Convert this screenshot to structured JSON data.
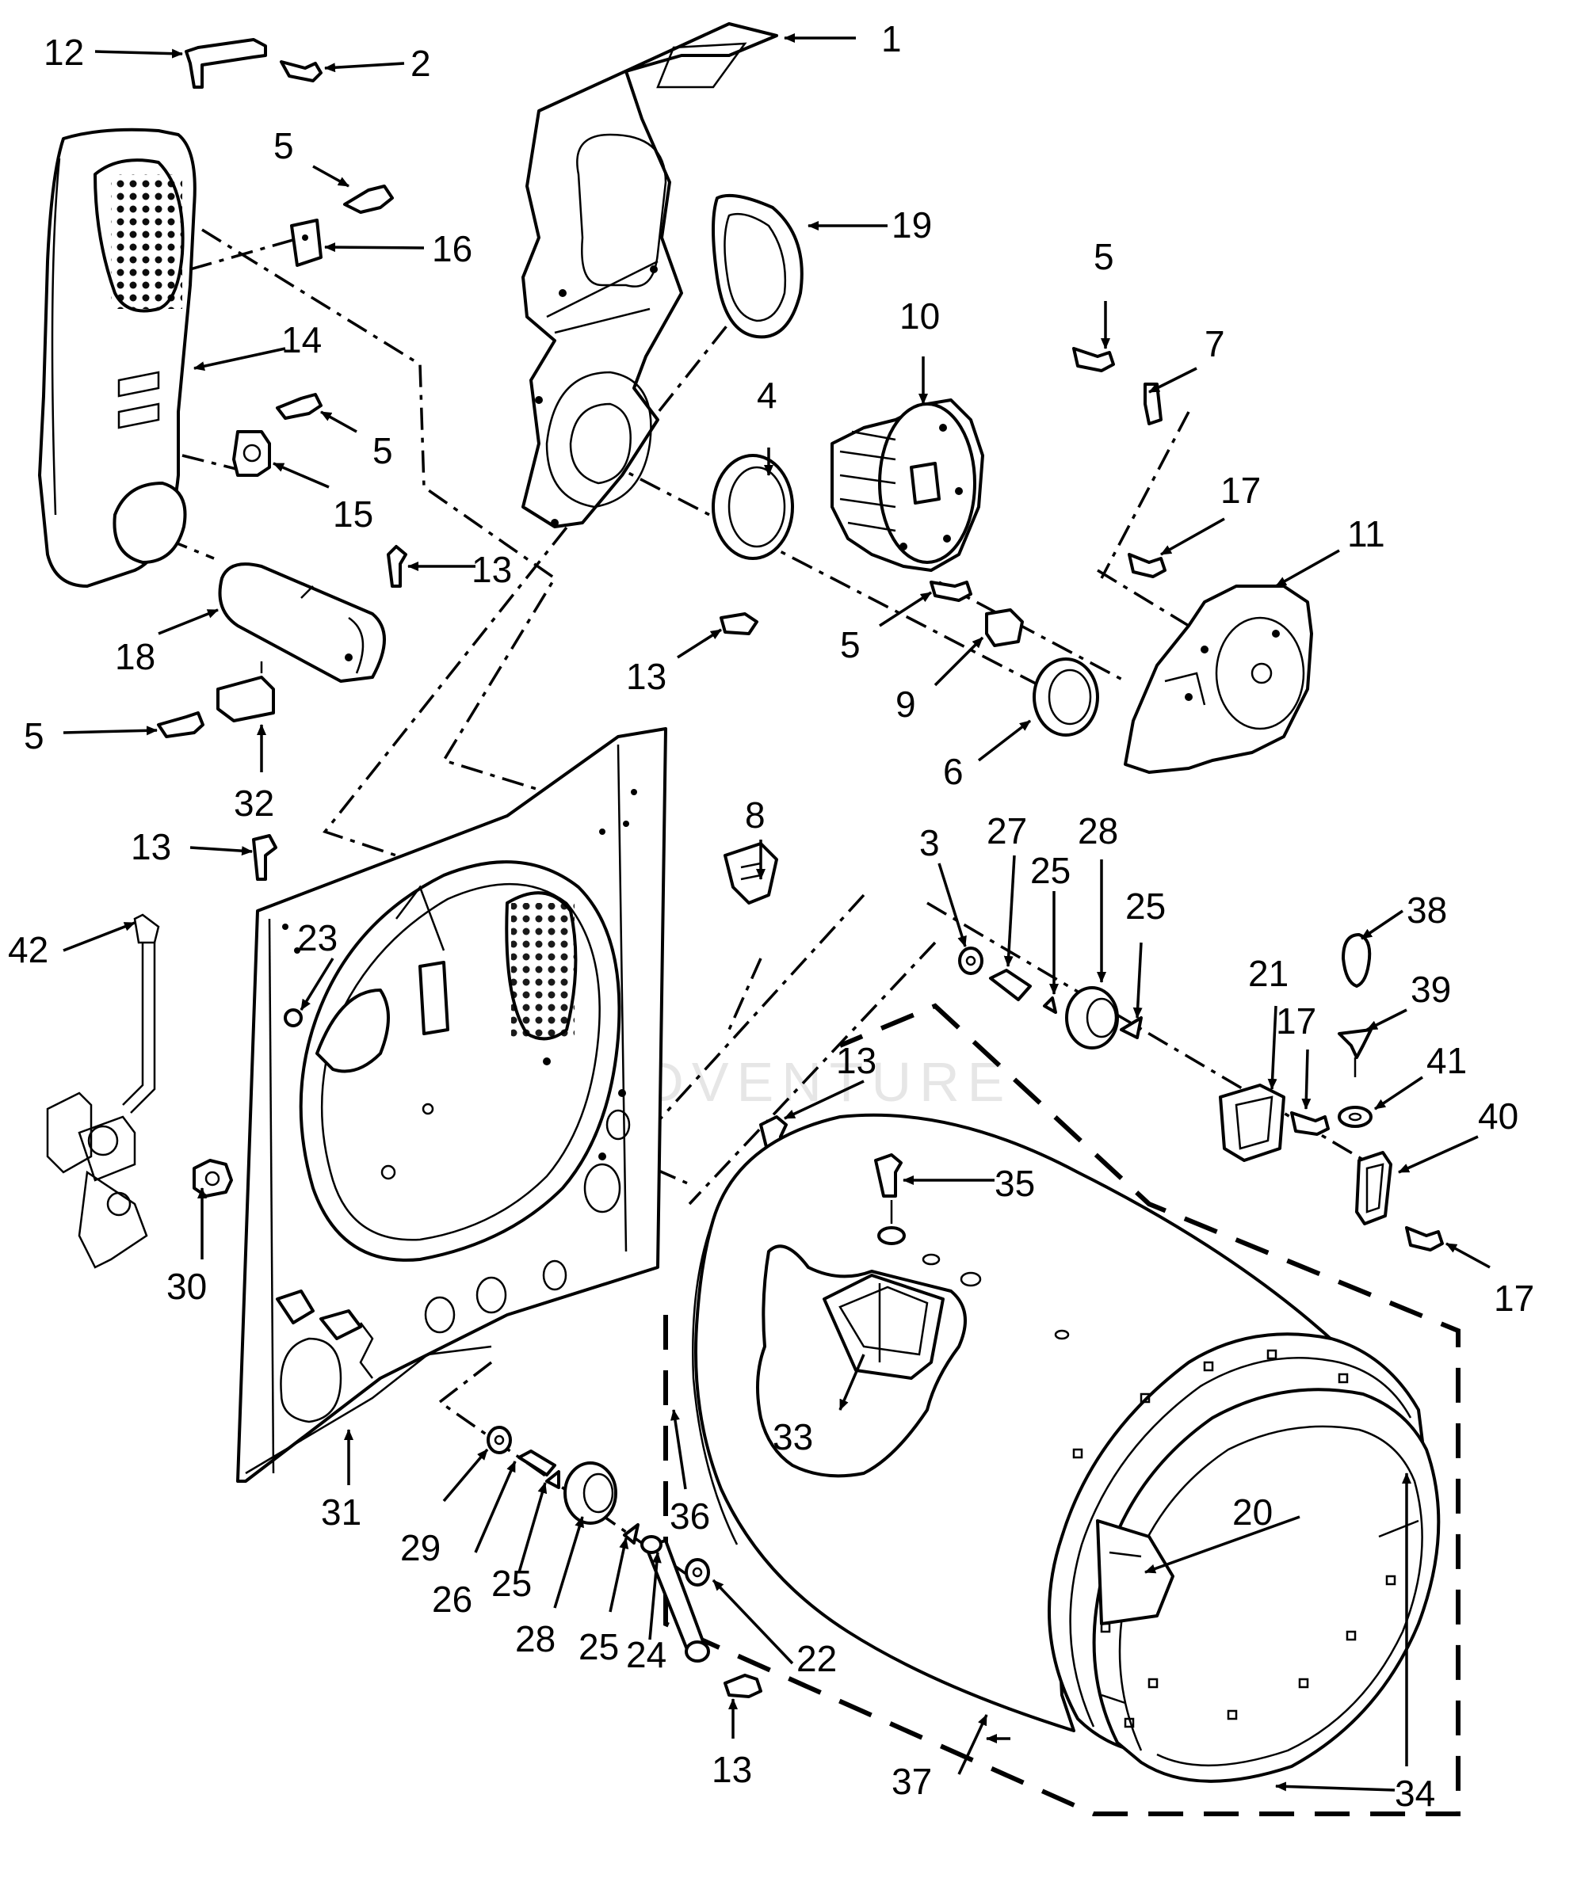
{
  "watermark": "LEADVENTURE",
  "callouts": [
    {
      "id": "c1",
      "label": "1"
    },
    {
      "id": "c2",
      "label": "2"
    },
    {
      "id": "c3",
      "label": "3"
    },
    {
      "id": "c4",
      "label": "4"
    },
    {
      "id": "c5a",
      "label": "5"
    },
    {
      "id": "c5b",
      "label": "5"
    },
    {
      "id": "c5c",
      "label": "5"
    },
    {
      "id": "c5d",
      "label": "5"
    },
    {
      "id": "c5e",
      "label": "5"
    },
    {
      "id": "c6",
      "label": "6"
    },
    {
      "id": "c7",
      "label": "7"
    },
    {
      "id": "c8",
      "label": "8"
    },
    {
      "id": "c9",
      "label": "9"
    },
    {
      "id": "c10",
      "label": "10"
    },
    {
      "id": "c11",
      "label": "11"
    },
    {
      "id": "c12",
      "label": "12"
    },
    {
      "id": "c13a",
      "label": "13"
    },
    {
      "id": "c13b",
      "label": "13"
    },
    {
      "id": "c13c",
      "label": "13"
    },
    {
      "id": "c13d",
      "label": "13"
    },
    {
      "id": "c13e",
      "label": "13"
    },
    {
      "id": "c14",
      "label": "14"
    },
    {
      "id": "c15",
      "label": "15"
    },
    {
      "id": "c16",
      "label": "16"
    },
    {
      "id": "c17a",
      "label": "17"
    },
    {
      "id": "c17b",
      "label": "17"
    },
    {
      "id": "c17c",
      "label": "17"
    },
    {
      "id": "c18",
      "label": "18"
    },
    {
      "id": "c19",
      "label": "19"
    },
    {
      "id": "c20",
      "label": "20"
    },
    {
      "id": "c21",
      "label": "21"
    },
    {
      "id": "c22",
      "label": "22"
    },
    {
      "id": "c23",
      "label": "23"
    },
    {
      "id": "c24",
      "label": "24"
    },
    {
      "id": "c25a",
      "label": "25"
    },
    {
      "id": "c25b",
      "label": "25"
    },
    {
      "id": "c25c",
      "label": "25"
    },
    {
      "id": "c25d",
      "label": "25"
    },
    {
      "id": "c26",
      "label": "26"
    },
    {
      "id": "c27",
      "label": "27"
    },
    {
      "id": "c28a",
      "label": "28"
    },
    {
      "id": "c28b",
      "label": "28"
    },
    {
      "id": "c29",
      "label": "29"
    },
    {
      "id": "c30",
      "label": "30"
    },
    {
      "id": "c31",
      "label": "31"
    },
    {
      "id": "c32",
      "label": "32"
    },
    {
      "id": "c33",
      "label": "33"
    },
    {
      "id": "c34",
      "label": "34"
    },
    {
      "id": "c35",
      "label": "35"
    },
    {
      "id": "c36",
      "label": "36"
    },
    {
      "id": "c37",
      "label": "37"
    },
    {
      "id": "c38",
      "label": "38"
    },
    {
      "id": "c39",
      "label": "39"
    },
    {
      "id": "c40",
      "label": "40"
    },
    {
      "id": "c41",
      "label": "41"
    },
    {
      "id": "c42",
      "label": "42"
    }
  ]
}
